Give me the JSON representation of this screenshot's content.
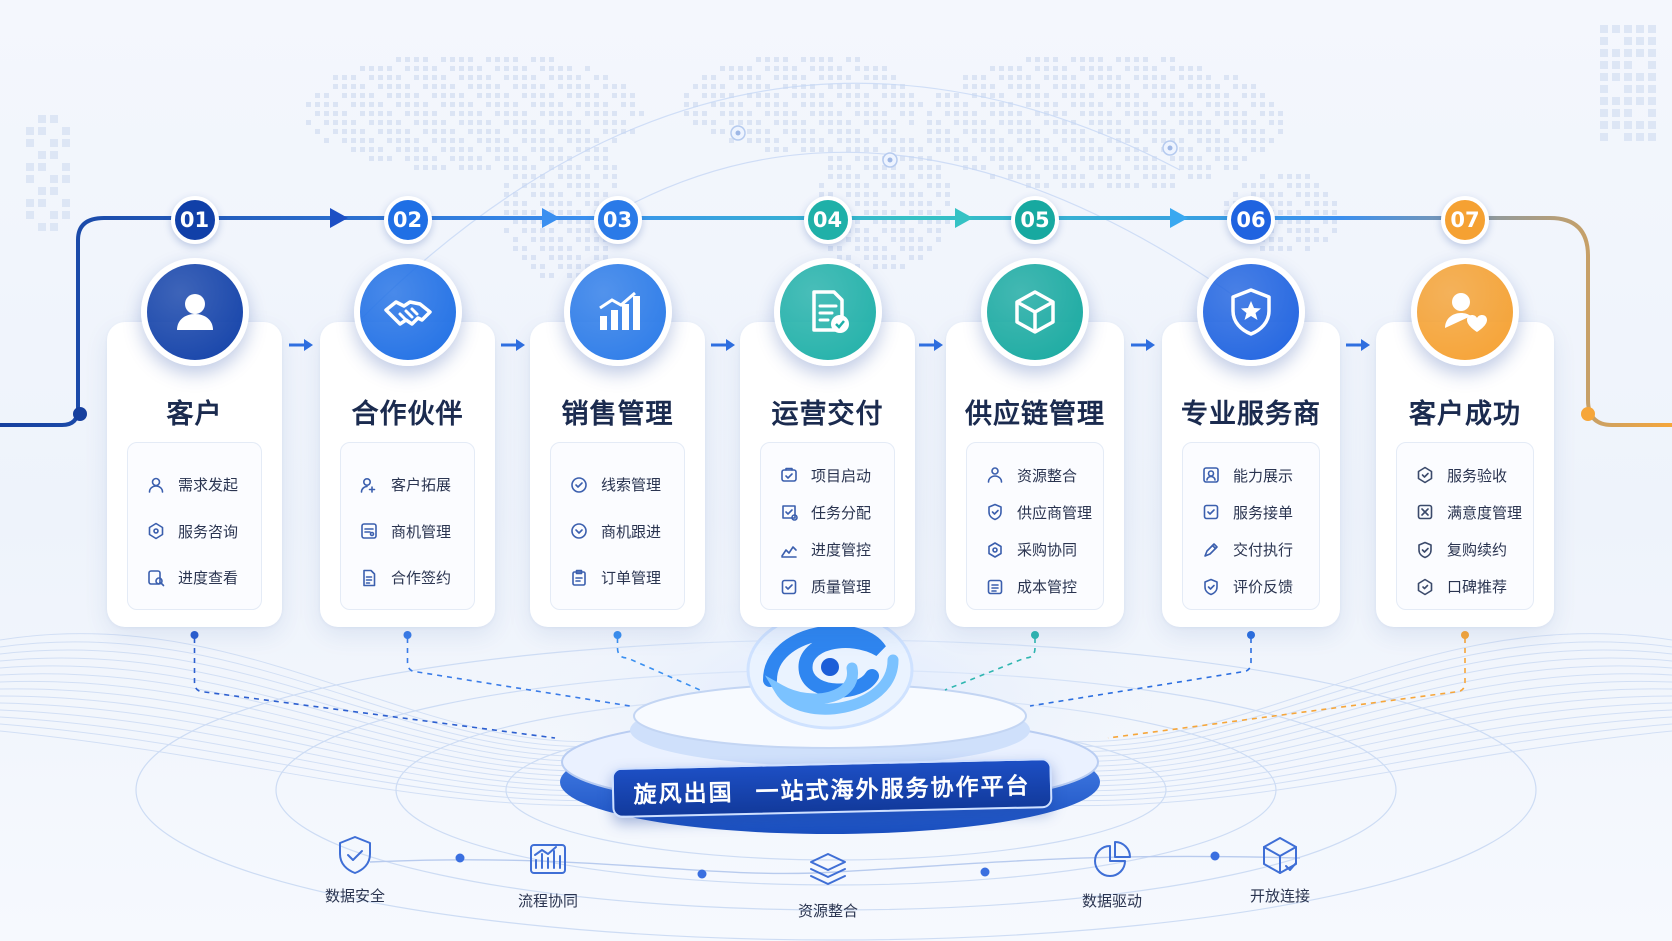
{
  "platform": {
    "brand": "旋风出国",
    "tagline": "一站式海外服务协作平台"
  },
  "steps": [
    {
      "number": "01",
      "title": "客户",
      "icon": "user-icon",
      "color": "#1140a8",
      "items": [
        {
          "label": "需求发起",
          "icon": "user-outline-icon"
        },
        {
          "label": "服务咨询",
          "icon": "chat-icon"
        },
        {
          "label": "进度查看",
          "icon": "search-icon"
        }
      ]
    },
    {
      "number": "02",
      "title": "合作伙伴",
      "icon": "handshake-icon",
      "color": "#1f6fe5",
      "items": [
        {
          "label": "客户拓展",
          "icon": "user-plus-icon"
        },
        {
          "label": "商机管理",
          "icon": "folder-icon"
        },
        {
          "label": "合作签约",
          "icon": "document-icon"
        }
      ]
    },
    {
      "number": "03",
      "title": "销售管理",
      "icon": "bar-chart-icon",
      "color": "#2a7ae8",
      "items": [
        {
          "label": "线索管理",
          "icon": "check-circle-icon"
        },
        {
          "label": "商机跟进",
          "icon": "target-icon"
        },
        {
          "label": "订单管理",
          "icon": "clipboard-icon"
        }
      ]
    },
    {
      "number": "04",
      "title": "运营交付",
      "icon": "document-check-icon",
      "color": "#1fb0a8",
      "items": [
        {
          "label": "项目启动",
          "icon": "rocket-icon"
        },
        {
          "label": "任务分配",
          "icon": "task-icon"
        },
        {
          "label": "进度管控",
          "icon": "chart-up-icon"
        },
        {
          "label": "质量管理",
          "icon": "quality-icon"
        }
      ]
    },
    {
      "number": "05",
      "title": "供应链管理",
      "icon": "cube-icon",
      "color": "#17a9a0",
      "items": [
        {
          "label": "资源整合",
          "icon": "network-icon"
        },
        {
          "label": "供应商管理",
          "icon": "shield-check-icon"
        },
        {
          "label": "采购协同",
          "icon": "cart-icon"
        },
        {
          "label": "成本管控",
          "icon": "coin-icon"
        }
      ]
    },
    {
      "number": "06",
      "title": "专业服务商",
      "icon": "shield-star-icon",
      "color": "#1f63e0",
      "items": [
        {
          "label": "能力展示",
          "icon": "badge-icon"
        },
        {
          "label": "服务接单",
          "icon": "inbox-icon"
        },
        {
          "label": "交付执行",
          "icon": "pen-icon"
        },
        {
          "label": "评价反馈",
          "icon": "star-icon"
        }
      ]
    },
    {
      "number": "07",
      "title": "客户成功",
      "icon": "user-heart-icon",
      "color": "#f5a132",
      "items": [
        {
          "label": "服务验收",
          "icon": "accept-icon"
        },
        {
          "label": "满意度管理",
          "icon": "smile-icon"
        },
        {
          "label": "复购续约",
          "icon": "refresh-icon"
        },
        {
          "label": "口碑推荐",
          "icon": "thumb-icon"
        }
      ]
    }
  ],
  "features": [
    {
      "label": "数据安全",
      "icon": "shield-check-icon"
    },
    {
      "label": "流程协同",
      "icon": "dashboard-icon"
    },
    {
      "label": "资源整合",
      "icon": "layers-icon"
    },
    {
      "label": "数据驱动",
      "icon": "pie-chart-icon"
    },
    {
      "label": "开放连接",
      "icon": "box-icon"
    }
  ]
}
